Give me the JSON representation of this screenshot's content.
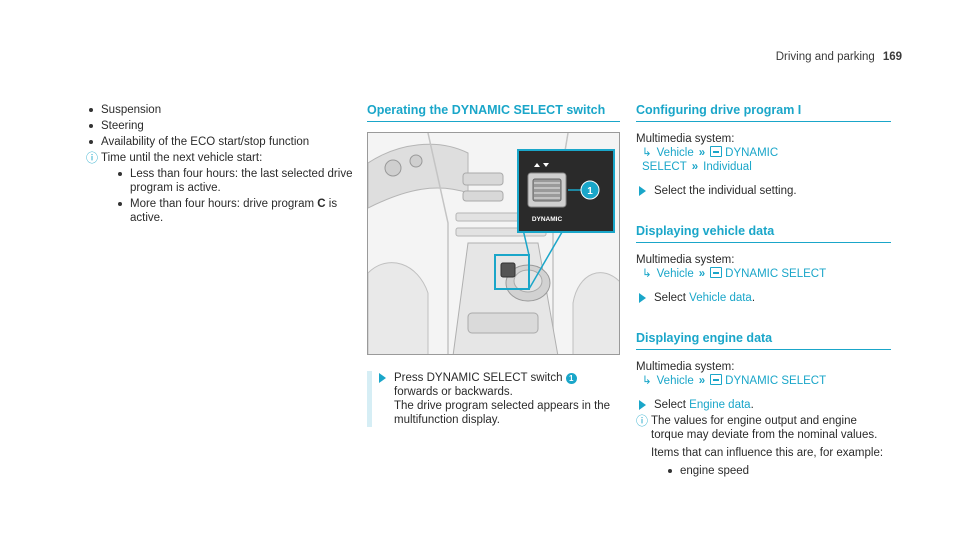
{
  "header": {
    "section": "Driving and parking",
    "page_number": "169"
  },
  "col1": {
    "bullets": [
      "Suspension",
      "Steering",
      "Availability of the ECO start/stop function"
    ],
    "note": {
      "text": "Time until the next vehicle start:",
      "sub_bullets": [
        "Less than four hours: the last selected drive program is active.",
        {
          "pre": "More than four hours: drive program ",
          "bold": "C",
          "post": " is active."
        }
      ]
    }
  },
  "col2": {
    "heading": "Operating the DYNAMIC SELECT switch",
    "figure": {
      "switch_label": "DYNAMIC",
      "callout": "1"
    },
    "step": {
      "pre": "Press DYNAMIC SELECT switch ",
      "callout": "1",
      "post": " forwards or backwards.",
      "detail": "The drive program selected appears in the multifunction display."
    }
  },
  "col3": {
    "sections": [
      {
        "heading": "Configuring drive program I",
        "intro": "Multimedia system:",
        "path": {
          "item1": "Vehicle",
          "item2": "DYNAMIC SELECT",
          "item3": "Individual"
        },
        "step": "Select the individual setting."
      },
      {
        "heading": "Displaying vehicle data",
        "intro": "Multimedia system:",
        "path": {
          "item1": "Vehicle",
          "item2": "DYNAMIC SELECT"
        },
        "step": {
          "pre": "Select ",
          "link": "Vehicle data",
          "post": "."
        }
      },
      {
        "heading": "Displaying engine data",
        "intro": "Multimedia system:",
        "path": {
          "item1": "Vehicle",
          "item2": "DYNAMIC SELECT"
        },
        "step": {
          "pre": "Select ",
          "link": "Engine data",
          "post": "."
        },
        "note": "The values for engine output and engine torque may deviate from the nominal values.",
        "items_intro": "Items that can influence this are, for example:",
        "bullets": [
          "engine speed"
        ]
      }
    ]
  },
  "colors": {
    "accent": "#1aa6c9",
    "text": "#2b2b2b"
  },
  "icons": {
    "path_arrow": "arrow-icon",
    "path_sep": "double-chevron-icon",
    "seat": "seat-icon",
    "note": "info-icon",
    "step": "triangle-step-icon"
  }
}
